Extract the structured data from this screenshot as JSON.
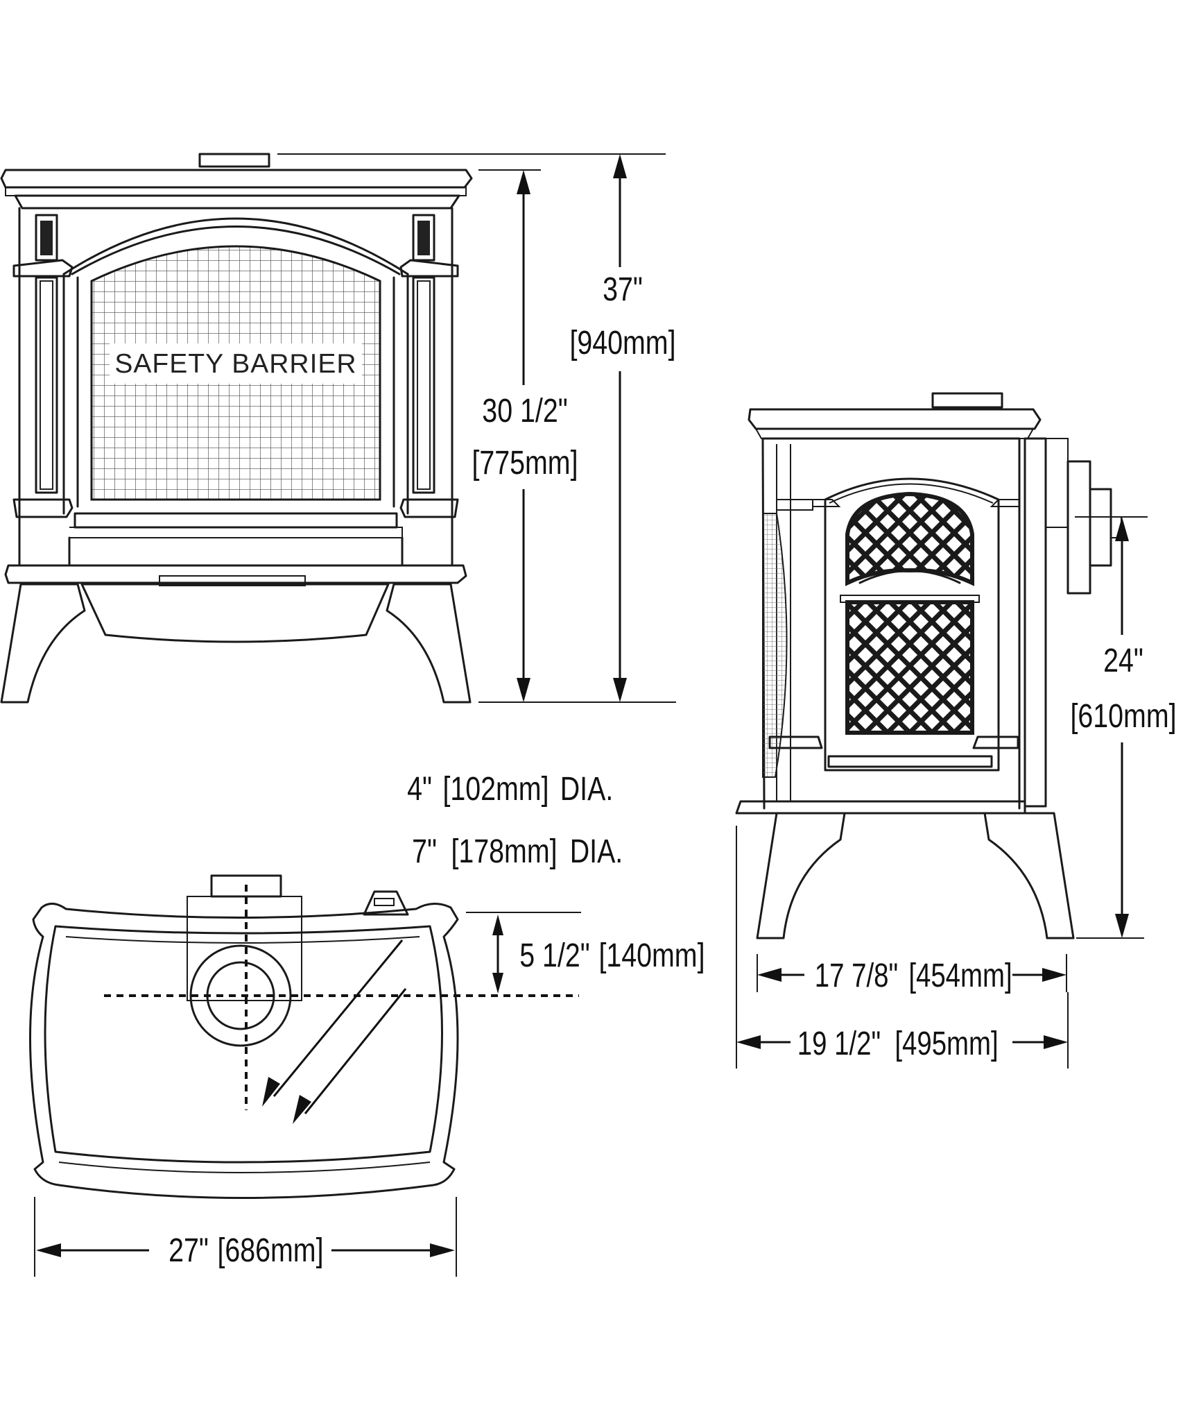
{
  "front_view": {
    "barrier_label": "SAFETY BARRIER",
    "dim_height_total": {
      "imperial": "37\"",
      "metric": "[940mm]"
    },
    "dim_height_body": {
      "imperial": "30 1/2\"",
      "metric": "[775mm]"
    }
  },
  "top_view": {
    "flue_inner": {
      "imperial": "4\"",
      "metric": "[102mm]",
      "suffix": "DIA."
    },
    "flue_outer": {
      "imperial": "7\"",
      "metric": "[178mm]",
      "suffix": "DIA."
    },
    "dim_flue_offset": {
      "imperial": "5 1/2\"",
      "metric": "[140mm]"
    },
    "dim_width": {
      "imperial": "27\"",
      "metric": "[686mm]"
    }
  },
  "side_view": {
    "dim_flue_height": {
      "imperial": "24\"",
      "metric": "[610mm]"
    },
    "dim_depth_body": {
      "imperial": "17 7/8\"",
      "metric": "[454mm]"
    },
    "dim_depth_total": {
      "imperial": "19 1/2\"",
      "metric": "[495mm]"
    }
  }
}
